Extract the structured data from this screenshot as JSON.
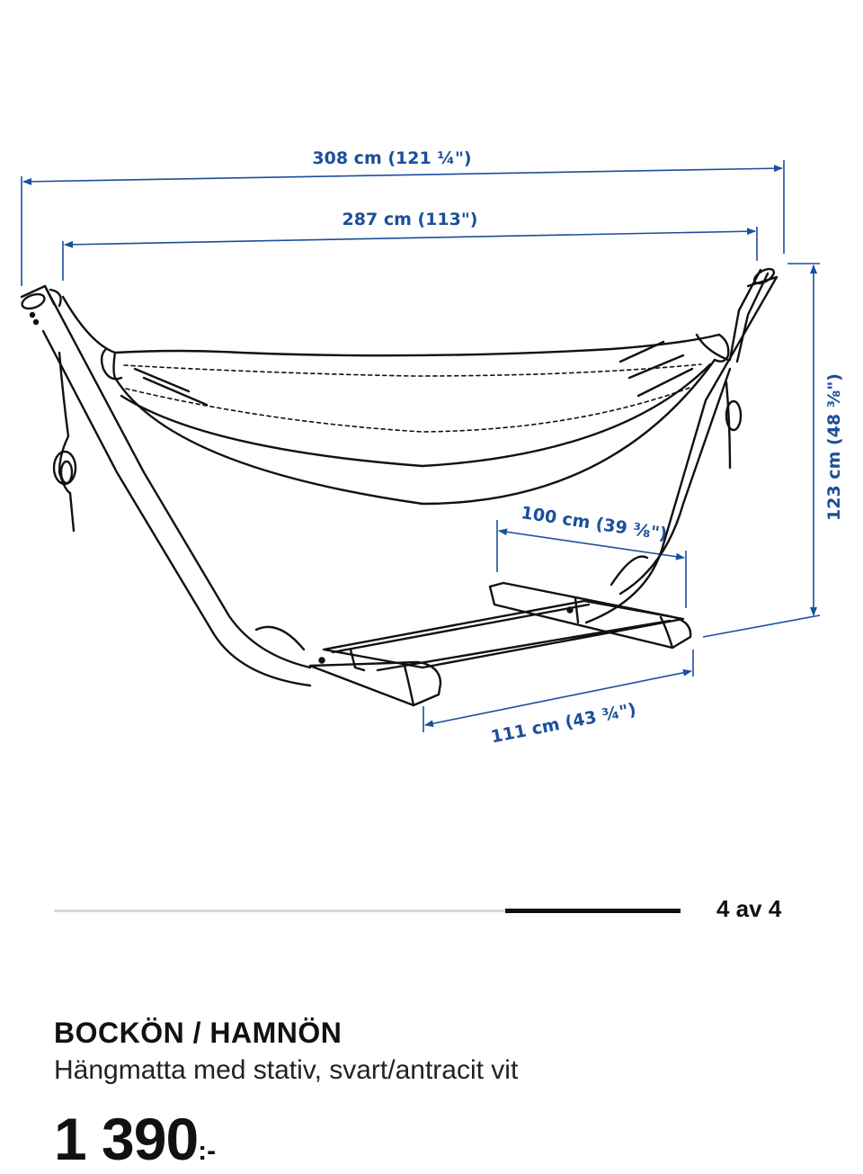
{
  "diagram": {
    "dimensions": {
      "total_length": "308 cm (121 ¼\")",
      "hammock_length": "287 cm (113\")",
      "inner_width": "100 cm (39 ⅜\")",
      "base_width": "111 cm (43 ¾\")",
      "height": "123 cm (48 ⅜\")"
    },
    "line_color": "#111111",
    "dimension_color": "#1b4f9c"
  },
  "carousel": {
    "counter": "4 av 4",
    "position": 1.0,
    "current": 4,
    "total": 4
  },
  "product": {
    "name": "BOCKÖN / HAMNÖN",
    "description": "Hängmatta med stativ, svart/antracit vit",
    "price": "1 390",
    "price_suffix": ":-"
  }
}
